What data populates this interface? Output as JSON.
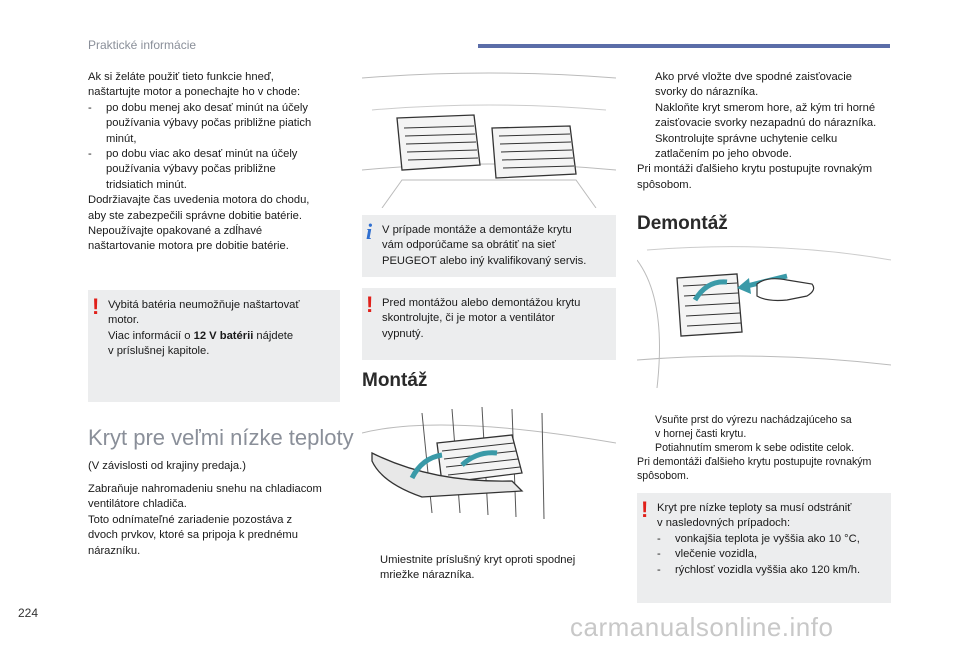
{
  "header": {
    "title": "Praktické informácie"
  },
  "page_number": "224",
  "watermark": "carmanualsonline.info",
  "col1": {
    "intro": [
      "Ak si želáte použiť tieto funkcie hneď,",
      "naštartujte motor a ponechajte ho v chode:"
    ],
    "dash1": [
      "po dobu menej ako desať minút na účely",
      "používania výbavy počas približne piatich",
      "minút,"
    ],
    "dash2": [
      "po dobu viac ako desať minút na účely",
      "používania výbavy počas približne",
      "tridsiatich minút."
    ],
    "after": [
      "Dodržiavajte čas uvedenia motora do chodu,",
      "aby ste zabezpečili správne dobitie batérie.",
      "Nepoužívajte opakované a zdĺhavé",
      "naštartovanie motora pre dobitie batérie."
    ],
    "warning": {
      "line1": "Vybitá batéria neumožňuje naštartovať",
      "line2": "motor.",
      "line3_pre": "Viac informácií o ",
      "line3_bold": "12 V batérii",
      "line3_post": " nájdete",
      "line4": "v príslušnej kapitole."
    },
    "section_title": "Kryt pre veľmi nízke teploty",
    "subtitle": "(V závislosti od krajiny predaja.)",
    "desc": [
      "Zabraňuje nahromadeniu snehu na chladiacom",
      "ventilátore chladiča.",
      "Toto odnímateľné zariadenie pozostáva z",
      "dvoch prvkov, ktoré sa pripoja k prednému",
      "nárazníku."
    ]
  },
  "col2": {
    "info": [
      "V prípade montáže a demontáže krytu",
      "vám odporúčame sa obrátiť na sieť",
      "PEUGEOT alebo iný kvalifikovaný servis."
    ],
    "warning": [
      "Pred montážou alebo demontážou krytu",
      "skontrolujte, či je motor a ventilátor",
      "vypnutý."
    ],
    "montaz_title": "Montáž",
    "bullet_marker": "",
    "montaz_step": [
      "Umiestnite príslušný kryt oproti spodnej",
      "mriežke nárazníka."
    ]
  },
  "col3": {
    "steps": [
      [
        "Ako prvé vložte dve spodné zaisťovacie",
        "svorky do nárazníka."
      ],
      [
        "Nakloňte kryt smerom hore, až kým tri horné",
        "zaisťovacie svorky nezapadnú do nárazníka."
      ],
      [
        "Skontrolujte správne uchytenie celku",
        "zatlačením po jeho obvode."
      ]
    ],
    "after": [
      "Pri montáži ďalšieho krytu postupujte rovnakým",
      "spôsobom."
    ],
    "demontaz_title": "Demontáž",
    "demontaz_steps": [
      [
        "Vsuňte prst do výrezu nachádzajúceho sa",
        "v hornej časti krytu."
      ],
      [
        "Potiahnutím smerom k sebe odistite celok."
      ]
    ],
    "demontaz_after": [
      "Pri demontáži ďalšieho krytu postupujte rovnakým",
      "spôsobom."
    ],
    "warning": {
      "intro": [
        "Kryt pre nízke teploty sa musí odstrániť",
        "v nasledovných prípadoch:"
      ],
      "items": [
        "vonkajšia teplota je vyššia ako 10 °C,",
        "vlečenie vozidla,",
        "rýchlosť vozidla vyššia ako 120 km/h."
      ]
    }
  },
  "icons": {
    "warning": "!",
    "info": "i"
  }
}
